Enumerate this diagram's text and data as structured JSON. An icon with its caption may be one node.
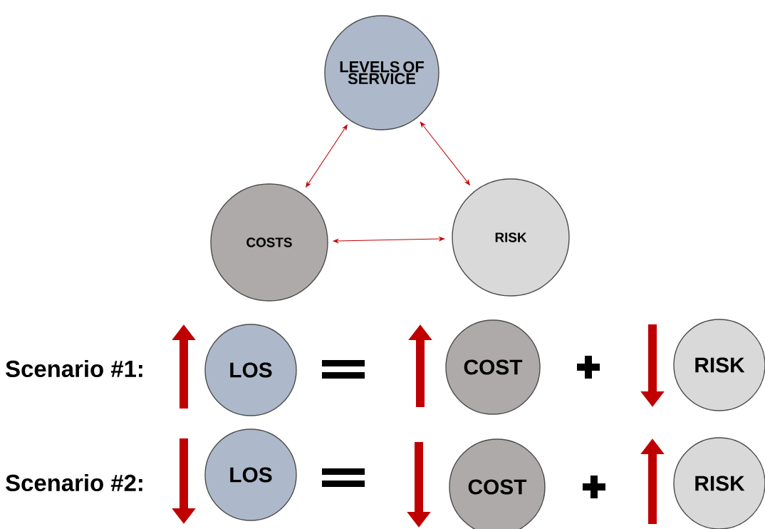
{
  "diagram": {
    "nodes": [
      {
        "text": [
          "LEVELS OF SERVICE"
        ]
      },
      {
        "text": [
          "COSTS"
        ]
      },
      {
        "text": [
          "RISK"
        ]
      },
      {
        "text": [
          "LOS"
        ]
      },
      {
        "text": [
          "COST"
        ]
      },
      {
        "text": [
          "RISK"
        ]
      },
      {
        "text": [
          "LOS"
        ]
      },
      {
        "text": [
          "COST"
        ]
      },
      {
        "text": [
          "RISK"
        ]
      }
    ],
    "edges": [
      {
        "from": 0,
        "to": 1,
        "arrow": "both",
        "color": "#c00000"
      },
      {
        "from": 0,
        "to": 2,
        "arrow": "both",
        "color": "#c00000"
      },
      {
        "from": 1,
        "to": 2,
        "arrow": "both",
        "color": "#c00000"
      }
    ],
    "labels": [
      "Scenario #1:",
      "Scenario #2:"
    ]
  }
}
